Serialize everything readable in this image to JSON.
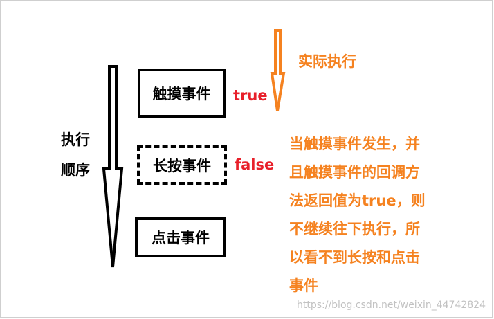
{
  "events": [
    {
      "label": "触摸事件",
      "return": "true",
      "style": "solid"
    },
    {
      "label": "长按事件",
      "return": "false",
      "style": "dashed"
    },
    {
      "label": "点击事件",
      "return": "",
      "style": "solid"
    }
  ],
  "order_label": [
    "执行",
    "顺序"
  ],
  "actual_label": "实际执行",
  "description_lines": [
    "当触摸事件发生，并",
    "且触摸事件的回调方",
    "法返回值为true，则",
    "不继续往下执行，所",
    "以看不到长按和点击",
    "事件"
  ],
  "watermark": "https://blog.csdn.net/weixin_44742824",
  "colors": {
    "return_value": "#e8202a",
    "actual_arrow": "#f58220",
    "description": "#f58220",
    "order_arrow": "#000000"
  }
}
